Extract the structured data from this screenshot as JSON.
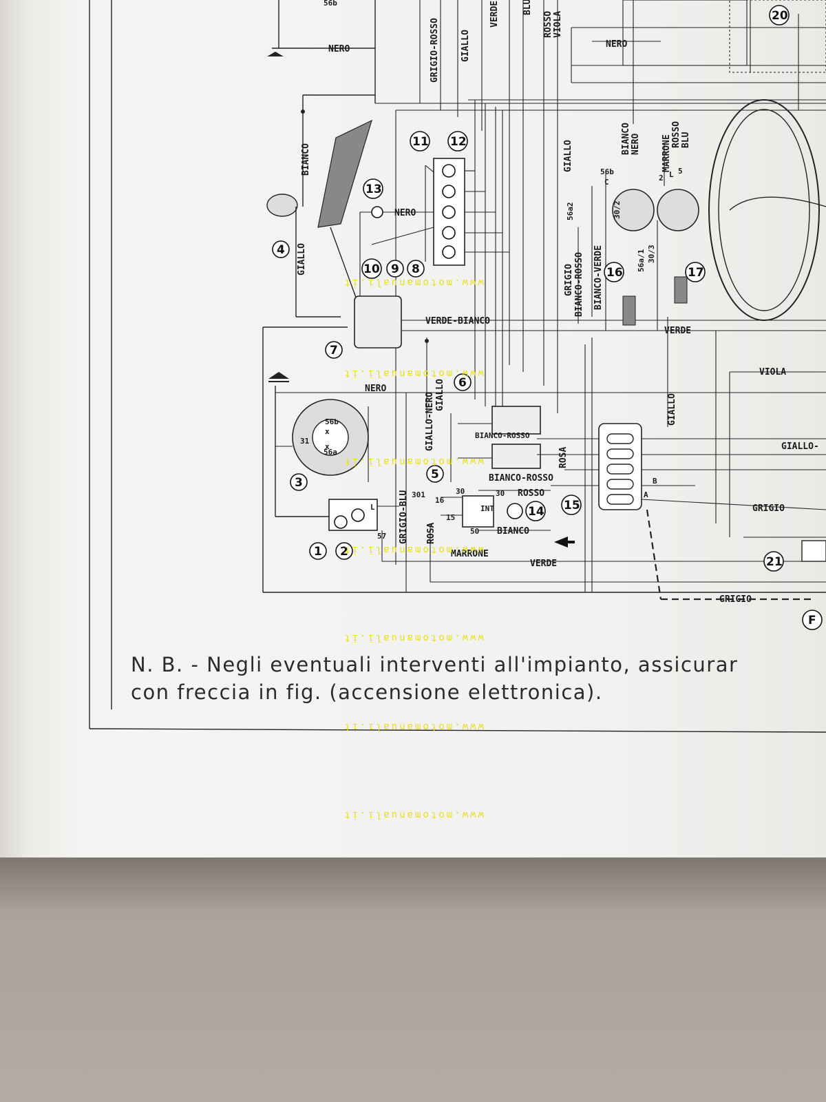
{
  "note": {
    "line1": "N. B. - Negli eventuali interventi all'impianto, assicurar",
    "line2": "con freccia in fig. (accensione elettronica)."
  },
  "watermark": "www.motomanuali.it",
  "wire_labels": {
    "nero": "NERO",
    "bianco": "BIANCO",
    "giallo": "GIALLO",
    "grigio_rosso": "GRIGIO-ROSSO",
    "verde": "VERDE",
    "blu": "BLU",
    "rosso_viola": "ROSSO",
    "viola": "VIOLA",
    "verde_bianco": "VERDE-BIANCO",
    "giallo_nero": "GIALLO-NERO",
    "bianco_rosso": "BIANCO-ROSSO",
    "bianco_rosso_small": "BIANCO-ROSSO",
    "rosso": "ROSSO",
    "bianco_cap": "BIANCO",
    "rosa": "ROSA",
    "grigio_blu": "GRIGIO-BLU",
    "marrone": "MARRONE",
    "grigio": "GRIGIO",
    "giallo_right": "GIALLO-",
    "bianco_verde": "BIANCO-VERDE",
    "bianco_nero": "BIANCO",
    "nero_small": "NERO",
    "marrone_rosso_blu": "MARRONE",
    "rosso_small": "ROSSO",
    "blu_small": "BLU"
  },
  "terminals": {
    "t56b": "56b",
    "t56a": "56a",
    "t31": "31",
    "t30": "30",
    "t15": "15",
    "t16": "16",
    "t50": "50",
    "t57": "57",
    "t301": "301",
    "tL": "L",
    "tINT": "INT",
    "t56a2": "56a2",
    "tC": "C",
    "t30_2": "30/2",
    "t56a1": "56a/1",
    "t30_3": "30/3",
    "t2": "2",
    "tL5": "L",
    "t5": "5",
    "tA": "A",
    "tB": "B",
    "tF": "F"
  },
  "components": [
    "1",
    "2",
    "3",
    "4",
    "5",
    "6",
    "7",
    "8",
    "9",
    "10",
    "11",
    "12",
    "13",
    "14",
    "15",
    "16",
    "17",
    "20",
    "21"
  ]
}
